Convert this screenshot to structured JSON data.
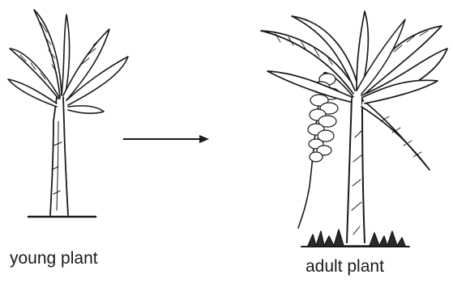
{
  "diagram": {
    "stages": [
      {
        "caption": "young plant"
      },
      {
        "caption": "adult plant"
      }
    ],
    "arrow_direction": "left-to-right",
    "colors": {
      "ink": "#1a1a1a",
      "background": "#ffffff"
    }
  }
}
